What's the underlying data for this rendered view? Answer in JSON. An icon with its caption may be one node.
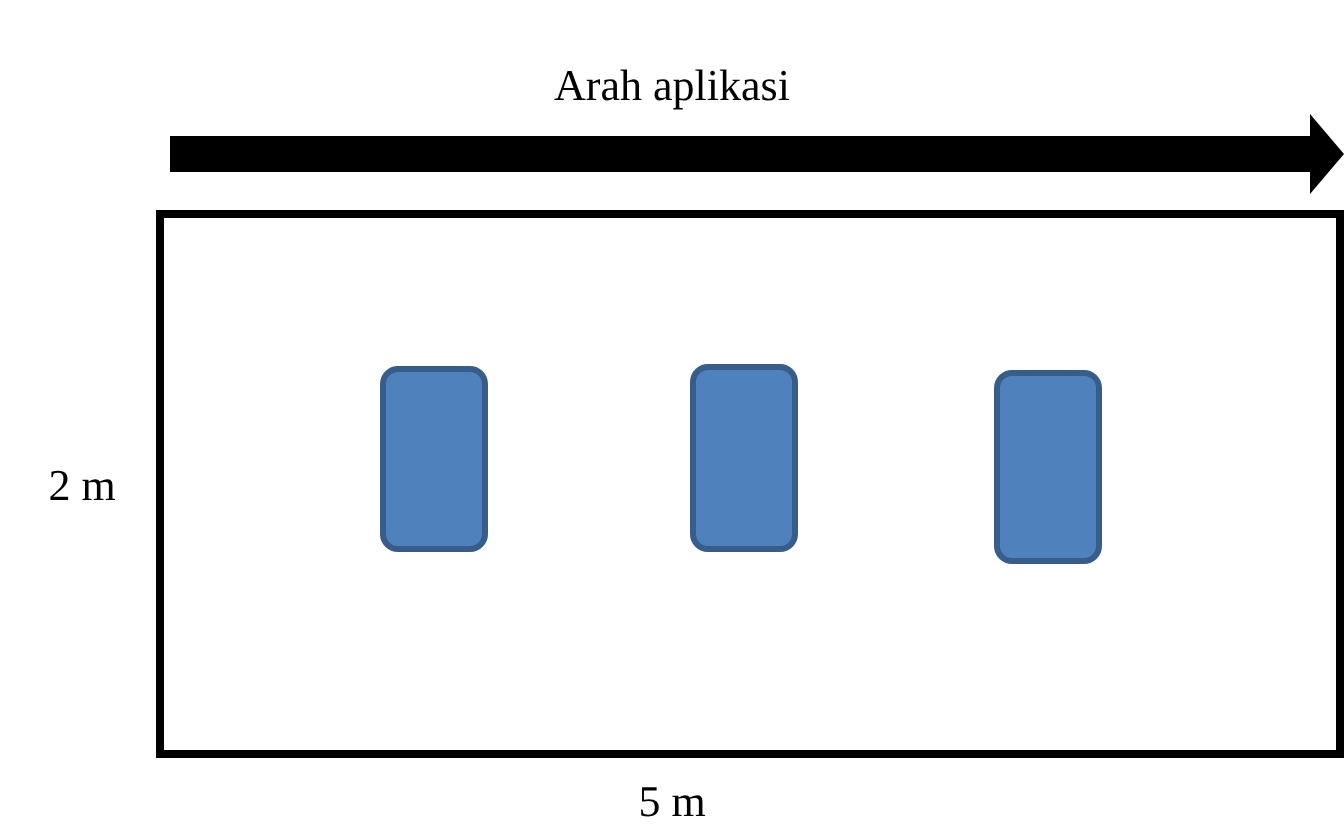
{
  "diagram": {
    "nodes": [
      {
        "text": [],
        "shape": "box"
      },
      {
        "text": [],
        "shape": "box",
        "in": 0
      },
      {
        "text": [],
        "shape": "box",
        "in": 0
      },
      {
        "text": [],
        "shape": "box",
        "in": 0
      }
    ],
    "labels": [
      "Arah aplikasi",
      "2 m",
      "5 m"
    ]
  }
}
